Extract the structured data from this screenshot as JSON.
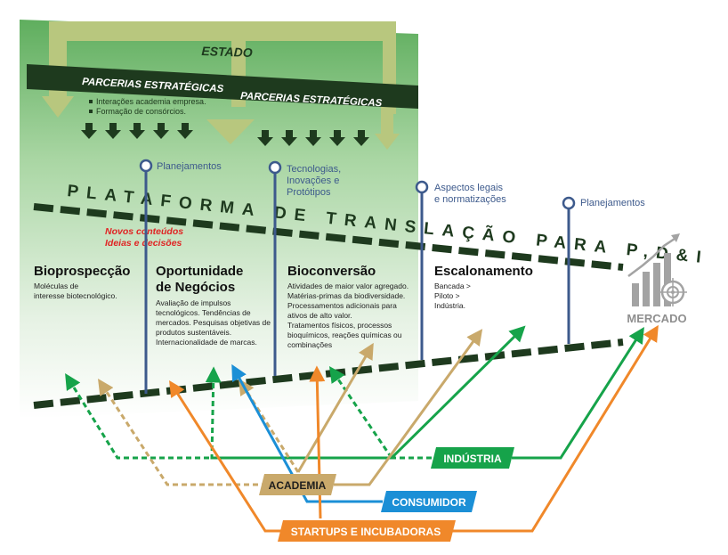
{
  "estado": "ESTADO",
  "parcerias_left": "PARCERIAS ESTRATÉGICAS",
  "parcerias_right": "PARCERIAS ESTRATÉGICAS",
  "parcerias_bullets": [
    "Interações academia empresa.",
    "Formação de consórcios."
  ],
  "platform_title": "PLATAFORMA DE TRANSLAÇÃO PARA P,D&I",
  "novos_conteudos": [
    "Novos conteúdos",
    "Ideias e decisões"
  ],
  "milestones": [
    {
      "label_lines": [
        "Planejamentos"
      ]
    },
    {
      "label_lines": [
        "Tecnologias,",
        "Inovações e",
        "Protótipos"
      ]
    },
    {
      "label_lines": [
        "Aspectos legais",
        "e normatizações"
      ]
    },
    {
      "label_lines": [
        "Planejamentos"
      ]
    }
  ],
  "stages": [
    {
      "title_lines": [
        "Bioprospecção"
      ],
      "desc_lines": [
        "Moléculas de",
        "interesse biotecnológico."
      ]
    },
    {
      "title_lines": [
        "Oportunidade",
        "de Negócios"
      ],
      "desc_lines": [
        "Avaliação de impulsos",
        "tecnológicos. Tendências de",
        "mercados. Pesquisas objetivas de",
        "produtos sustentáveis.",
        "Internacionalidade de marcas."
      ]
    },
    {
      "title_lines": [
        "Bioconversão"
      ],
      "desc_lines": [
        "Atividades de maior valor agregado.",
        "Matérias-primas da biodiversidade.",
        "Processamentos adicionais para",
        "ativos de alto valor.",
        "Tratamentos físicos, processos",
        "bioquímicos, reações químicas ou",
        "combinações"
      ]
    },
    {
      "title_lines": [
        "Escalonamento"
      ],
      "desc_lines": [
        "Bancada >",
        "Piloto >",
        "Indústria."
      ]
    }
  ],
  "mercado": "MERCADO",
  "actors": {
    "industria": "INDÚSTRIA",
    "academia": "ACADEMIA",
    "consumidor": "CONSUMIDOR",
    "startups": "STARTUPS E INCUBADORAS"
  },
  "colors": {
    "green_dark": "#1e3a1e",
    "green_panel": "#6db86b",
    "olive_frame": "#b8c77e",
    "industria": "#16a34a",
    "academia": "#c9a96b",
    "consumidor": "#1b8fd6",
    "startups": "#f0882a",
    "milestone": "#3d5a8c",
    "novos": "#e02424"
  }
}
